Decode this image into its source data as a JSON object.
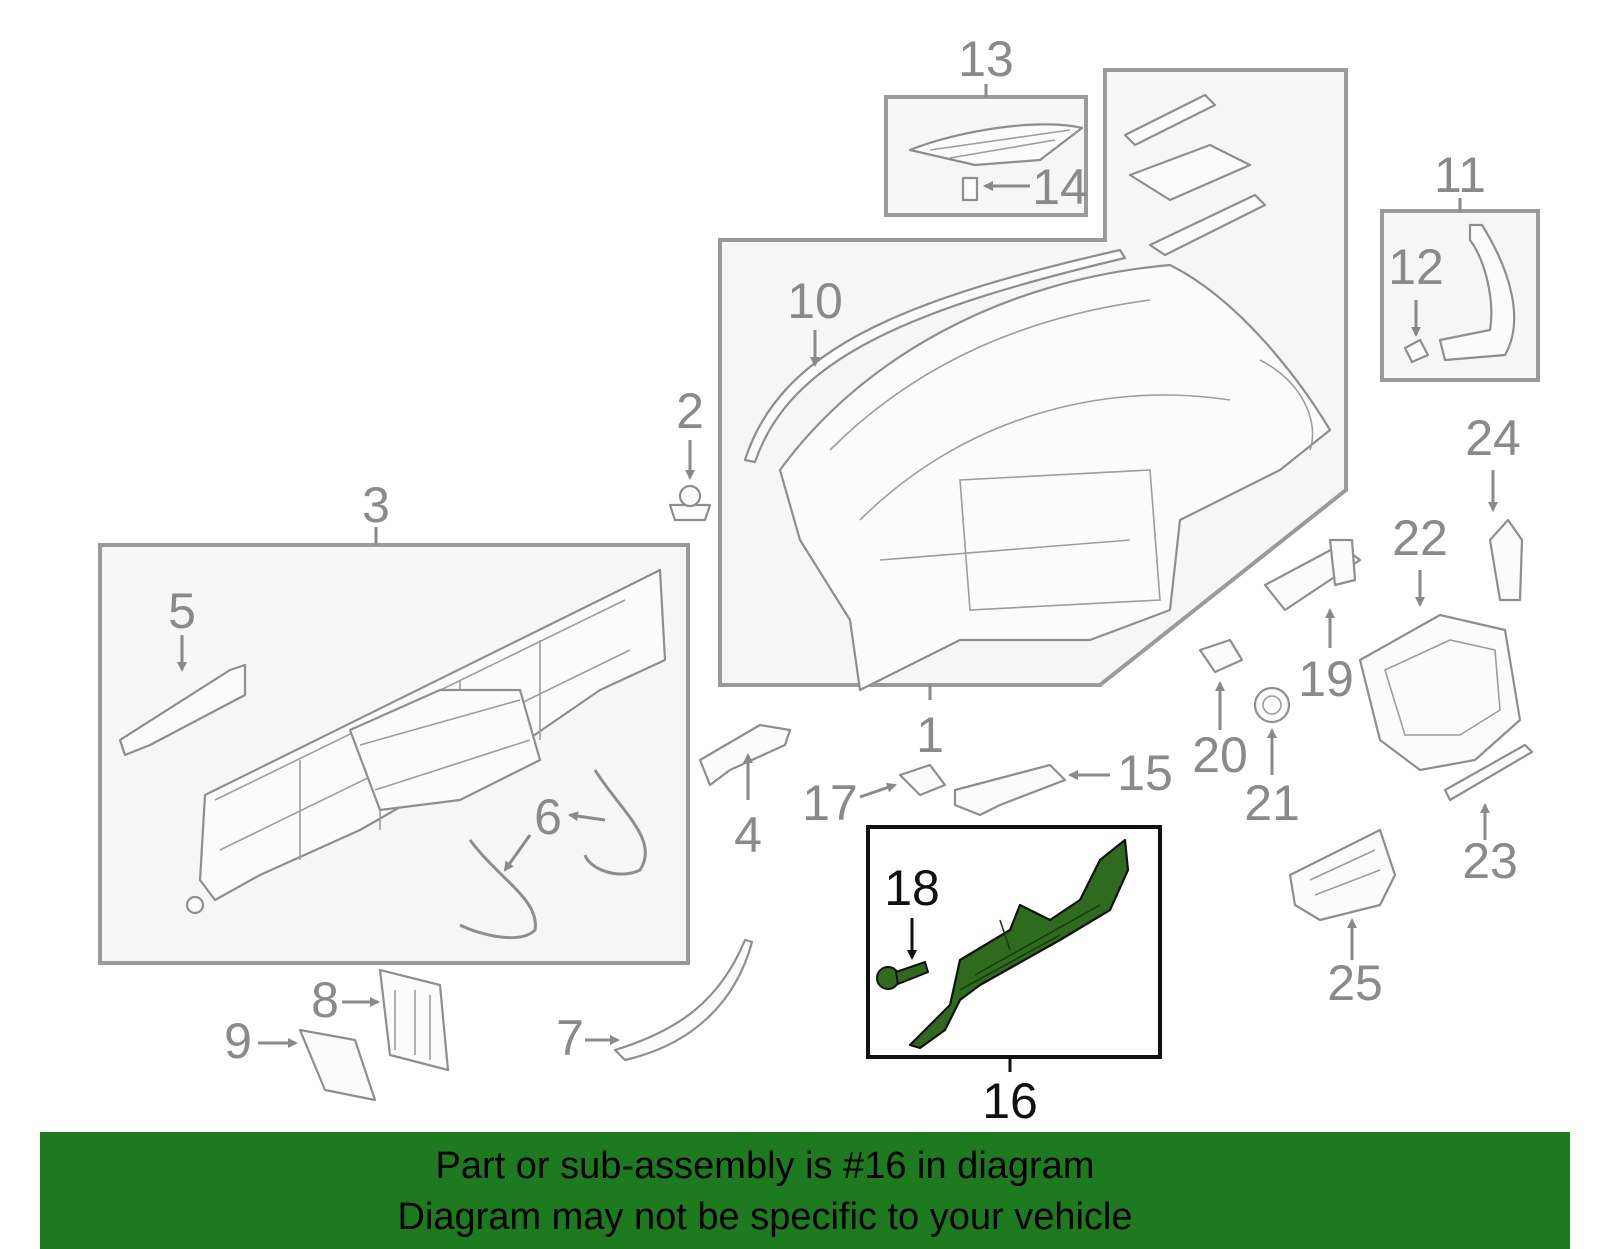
{
  "diagram": {
    "callouts": [
      "1",
      "2",
      "3",
      "4",
      "5",
      "6",
      "7",
      "8",
      "9",
      "10",
      "11",
      "12",
      "13",
      "14",
      "15",
      "16",
      "17",
      "18",
      "19",
      "20",
      "21",
      "22",
      "23",
      "24",
      "25"
    ],
    "highlighted_part": "16",
    "colors": {
      "highlight_part": "#2f6b1f",
      "banner": "#1e7a1e",
      "line_art": "#8e8e8e",
      "panel_fill": "#f6f6f6"
    }
  },
  "banner": {
    "line1": "Part or sub-assembly is #16 in diagram",
    "line2": "Diagram may not be specific to your vehicle"
  }
}
